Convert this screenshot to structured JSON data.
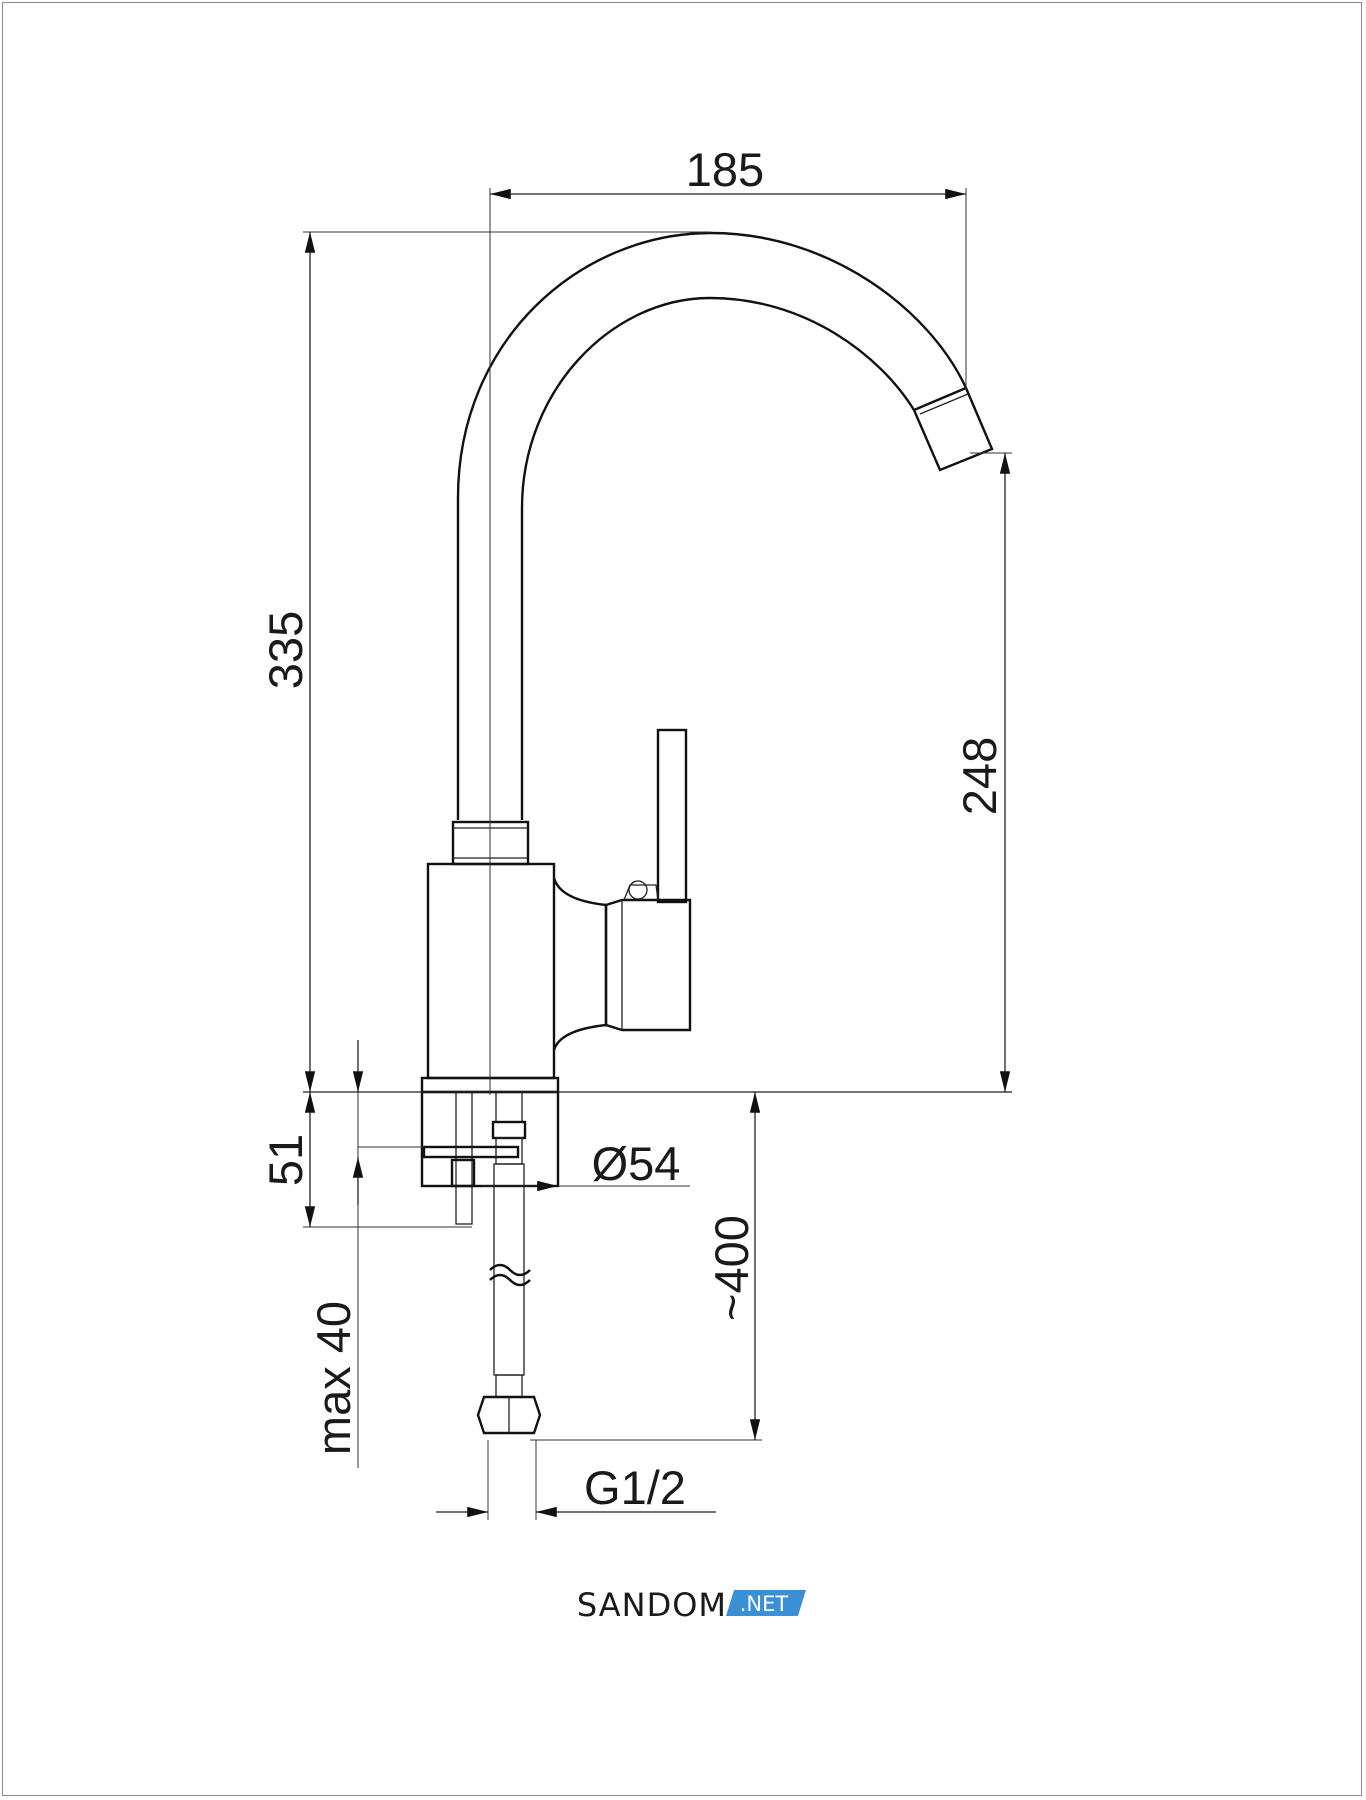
{
  "drawing": {
    "dimensions": {
      "width_top": "185",
      "height_total": "335",
      "spout_height": "248",
      "base_height": "51",
      "base_diameter": "Ø54",
      "hose_length": "~400",
      "max_thickness": "max 40",
      "thread": "G1/2"
    }
  },
  "watermark": {
    "text": "SANDOM",
    "badge": ".NET",
    "color": "#3b8fd4"
  }
}
